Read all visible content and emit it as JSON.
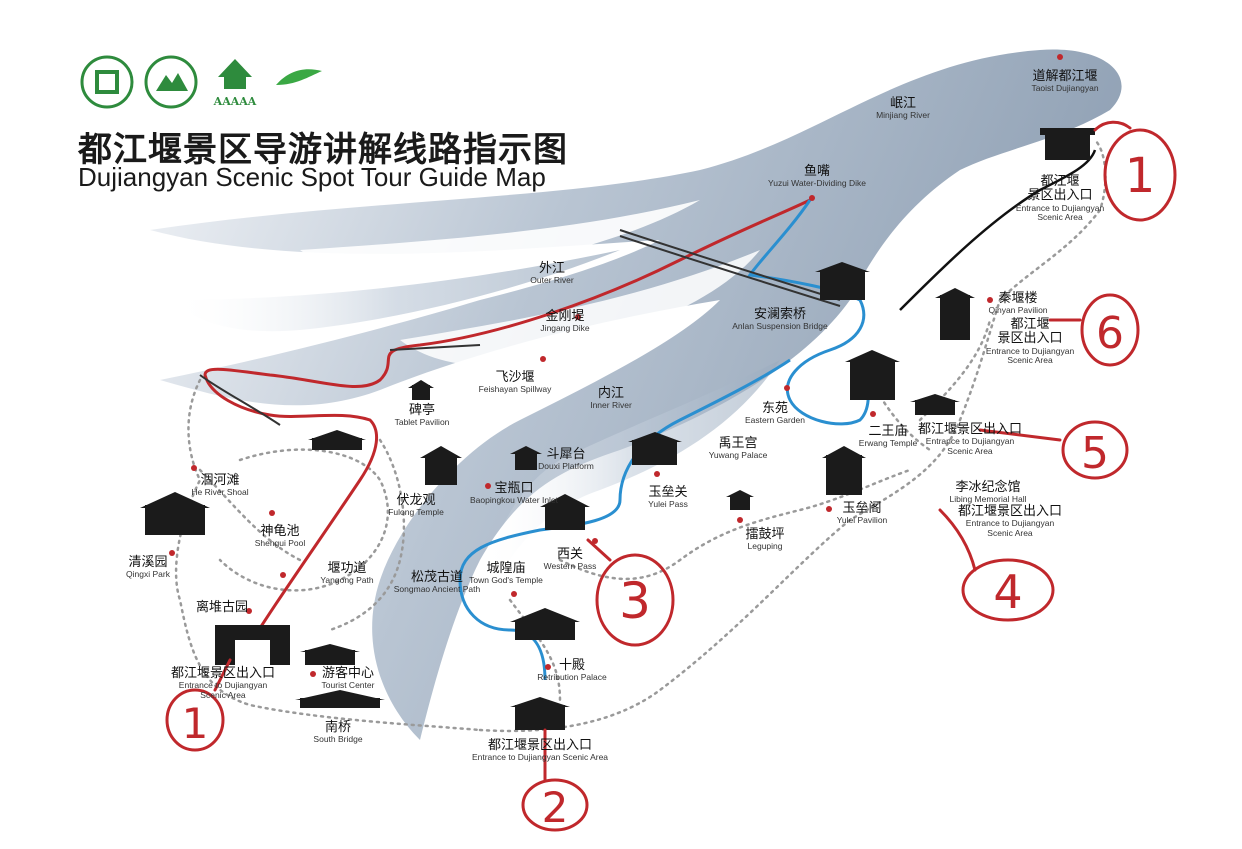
{
  "title": {
    "zh": "都江堰景区导游讲解线路指示图",
    "en": "Dujiangyan Scenic Spot Tour Guide Map"
  },
  "logos": [
    {
      "icon": "world-heritage-emblem-icon"
    },
    {
      "icon": "national-park-emblem-icon"
    },
    {
      "icon": "aaaaa-emblem-icon",
      "text": "AAAAA"
    },
    {
      "icon": "green-brand-emblem-icon"
    }
  ],
  "colors": {
    "river": "#a9b8c9",
    "red_route": "#c0282c",
    "blue_route": "#2a8fd0",
    "path_dots": "#9a9a9a",
    "marker": "#c0282c"
  },
  "places": [
    {
      "zh": "道解都江堰",
      "en": "Taoist Dujiangyan"
    },
    {
      "zh": "岷江",
      "en": "Minjiang River"
    },
    {
      "zh": "鱼嘴",
      "en": "Yuzui Water-Dividing Dike"
    },
    {
      "zh": "都江堰\n景区出入口",
      "en": "Entrance to Dujiangyan\nScenic Area"
    },
    {
      "zh": "外江",
      "en": "Outer River"
    },
    {
      "zh": "金刚堤",
      "en": "Jingang Dike"
    },
    {
      "zh": "安澜索桥",
      "en": "Anlan Suspension Bridge"
    },
    {
      "zh": "秦堰楼",
      "en": "Qinyan Pavilion"
    },
    {
      "zh": "都江堰\n景区出入口",
      "en": "Entrance to Dujiangyan\nScenic Area"
    },
    {
      "zh": "飞沙堰",
      "en": "Feishayan Spillway"
    },
    {
      "zh": "内江",
      "en": "Inner River"
    },
    {
      "zh": "碑亭",
      "en": "Tablet Pavilion"
    },
    {
      "zh": "东苑",
      "en": "Eastern Garden"
    },
    {
      "zh": "二王庙",
      "en": "Erwang Temple"
    },
    {
      "zh": "都江堰景区出入口",
      "en": "Entrance to Dujiangyan\nScenic Area"
    },
    {
      "zh": "斗犀台",
      "en": "Douxi Platform"
    },
    {
      "zh": "禹王宫",
      "en": "Yuwang Palace"
    },
    {
      "zh": "涸河滩",
      "en": "He River Shoal"
    },
    {
      "zh": "伏龙观",
      "en": "Fulong Temple"
    },
    {
      "zh": "宝瓶口",
      "en": "Baopingkou Water Inlet"
    },
    {
      "zh": "玉垒关",
      "en": "Yulei Pass"
    },
    {
      "zh": "李冰纪念馆",
      "en": "Libing Memorial Hall"
    },
    {
      "zh": "玉垒阁",
      "en": "Yulei Pavilion"
    },
    {
      "zh": "都江堰景区出入口",
      "en": "Entrance to Dujiangyan\nScenic Area"
    },
    {
      "zh": "神龟池",
      "en": "Shengui Pool"
    },
    {
      "zh": "擂鼓坪",
      "en": "Leguping"
    },
    {
      "zh": "清溪园",
      "en": "Qingxi Park"
    },
    {
      "zh": "堰功道",
      "en": "Yangong Path"
    },
    {
      "zh": "西关",
      "en": "Western Pass"
    },
    {
      "zh": "城隍庙",
      "en": "Town God's Temple"
    },
    {
      "zh": "松茂古道",
      "en": "Songmao Ancient Path"
    },
    {
      "zh": "离堆古园",
      "en": ""
    },
    {
      "zh": "十殿",
      "en": "Retribution Palace"
    },
    {
      "zh": "都江堰景区出入口",
      "en": "Entrance to Dujiangyan\nScenic Area"
    },
    {
      "zh": "游客中心",
      "en": "Tourist Center"
    },
    {
      "zh": "南桥",
      "en": "South Bridge"
    },
    {
      "zh": "都江堰景区出入口",
      "en": "Entrance to Dujiangyan Scenic Area"
    }
  ],
  "annotations": [
    "1",
    "1",
    "2",
    "3",
    "4",
    "5",
    "6"
  ]
}
